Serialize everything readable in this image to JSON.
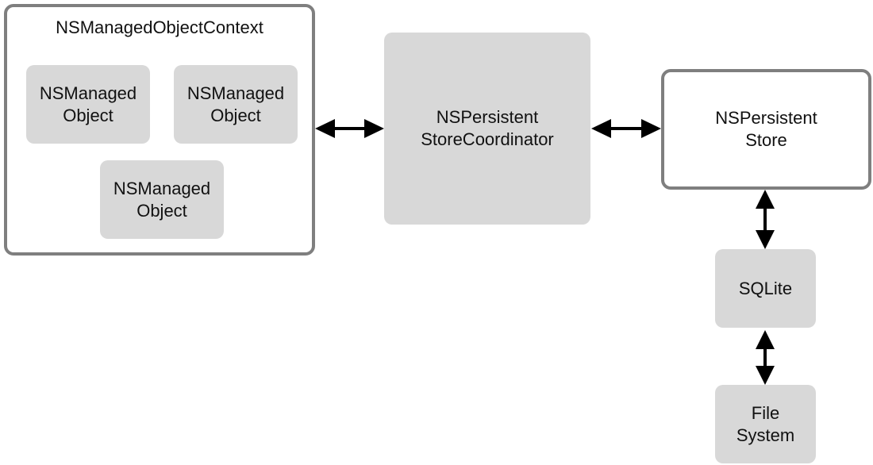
{
  "context": {
    "title": "NSManagedObjectContext",
    "objects": [
      {
        "label": "NSManaged\nObject"
      },
      {
        "label": "NSManaged\nObject"
      },
      {
        "label": "NSManaged\nObject"
      }
    ]
  },
  "coordinator": {
    "label": "NSPersistent\nStoreCoordinator"
  },
  "store": {
    "label": "NSPersistent\nStore"
  },
  "sqlite": {
    "label": "SQLite"
  },
  "filesystem": {
    "label": "File\nSystem"
  },
  "colors": {
    "outline": "#7f7f7f",
    "box_fill": "#d8d8d8",
    "arrow": "#000000"
  }
}
